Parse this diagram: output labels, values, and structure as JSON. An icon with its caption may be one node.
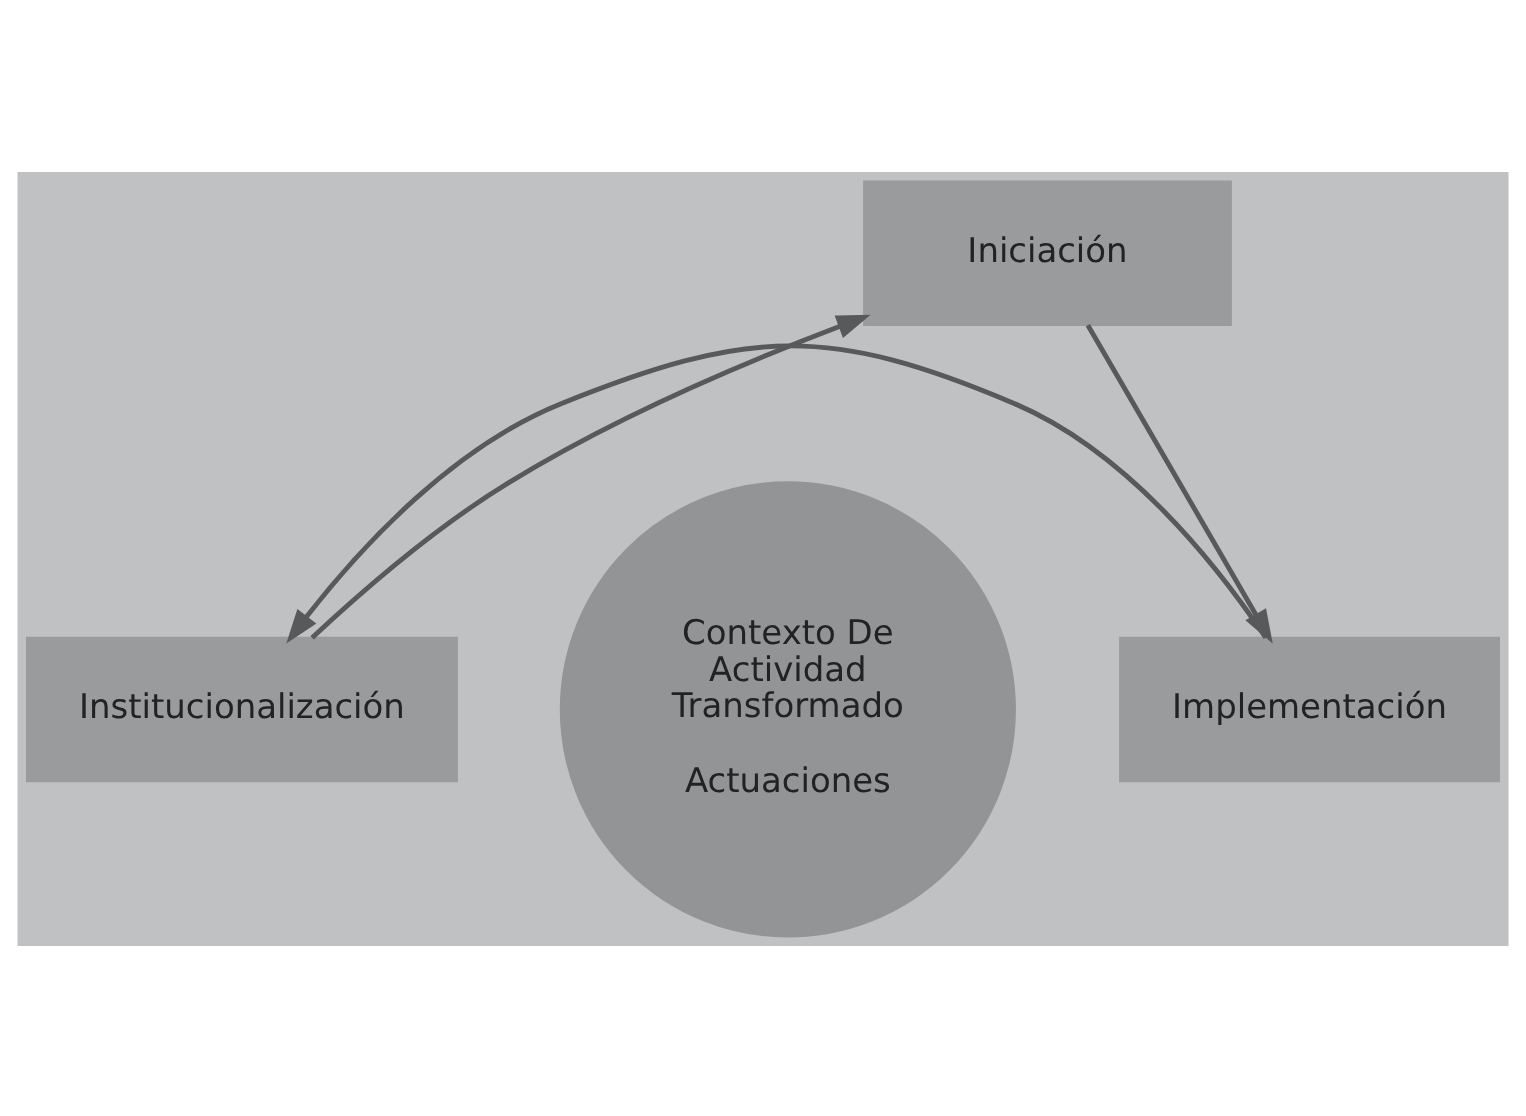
{
  "diagram": {
    "nodes": [
      {
        "text": [
          "Iniciación"
        ]
      },
      {
        "text": [
          "Contexto De Actividad Transformado",
          "Actuaciones"
        ]
      },
      {
        "text": [
          "Institucionalización"
        ]
      },
      {
        "text": [
          "Implementación"
        ]
      }
    ],
    "edges": [
      {
        "from": 0,
        "to": 3,
        "arrow": "to"
      },
      {
        "from": 3,
        "to": 2,
        "arrow": "to"
      },
      {
        "from": 2,
        "to": 0,
        "arrow": "to"
      }
    ]
  }
}
